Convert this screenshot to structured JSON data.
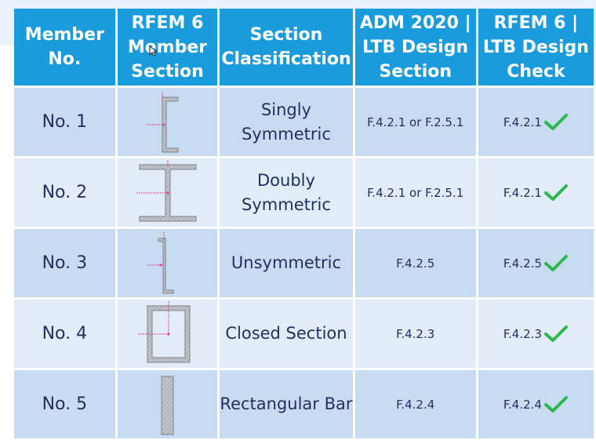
{
  "headers": [
    "Member No.",
    "RFEM 6 Member Section",
    "Section Classification",
    "ADM 2020 | LTB Design Section",
    "RFEM 6 | LTB Design Check"
  ],
  "rows": [
    {
      "member": "No. 1",
      "section_icon": "channel-section-icon",
      "classification": "Singly Symmetric",
      "adm": "F.4.2.1 or F.2.5.1",
      "check": "F.4.2.1",
      "status_icon": "check-icon"
    },
    {
      "member": "No. 2",
      "section_icon": "i-beam-section-icon",
      "classification": "Doubly Symmetric",
      "adm": "F.4.2.1 or F.2.5.1",
      "check": "F.4.2.1",
      "status_icon": "check-icon"
    },
    {
      "member": "No. 3",
      "section_icon": "z-section-icon",
      "classification": "Unsymmetric",
      "adm": "F.4.2.5",
      "check": "F.4.2.5",
      "status_icon": "check-icon"
    },
    {
      "member": "No. 4",
      "section_icon": "box-section-icon",
      "classification": "Closed Section",
      "adm": "F.4.2.3",
      "check": "F.4.2.3",
      "status_icon": "check-icon"
    },
    {
      "member": "No. 5",
      "section_icon": "rectangular-bar-icon",
      "classification": "Rectangular Bar",
      "adm": "F.4.2.4",
      "check": "F.4.2.4",
      "status_icon": "check-icon"
    }
  ],
  "colors": {
    "header_bg": "#1a9cdc",
    "row_dark": "#c8dcf1",
    "row_light": "#e1ecf8",
    "text": "#1f2f5f",
    "check": "#2db84f"
  }
}
